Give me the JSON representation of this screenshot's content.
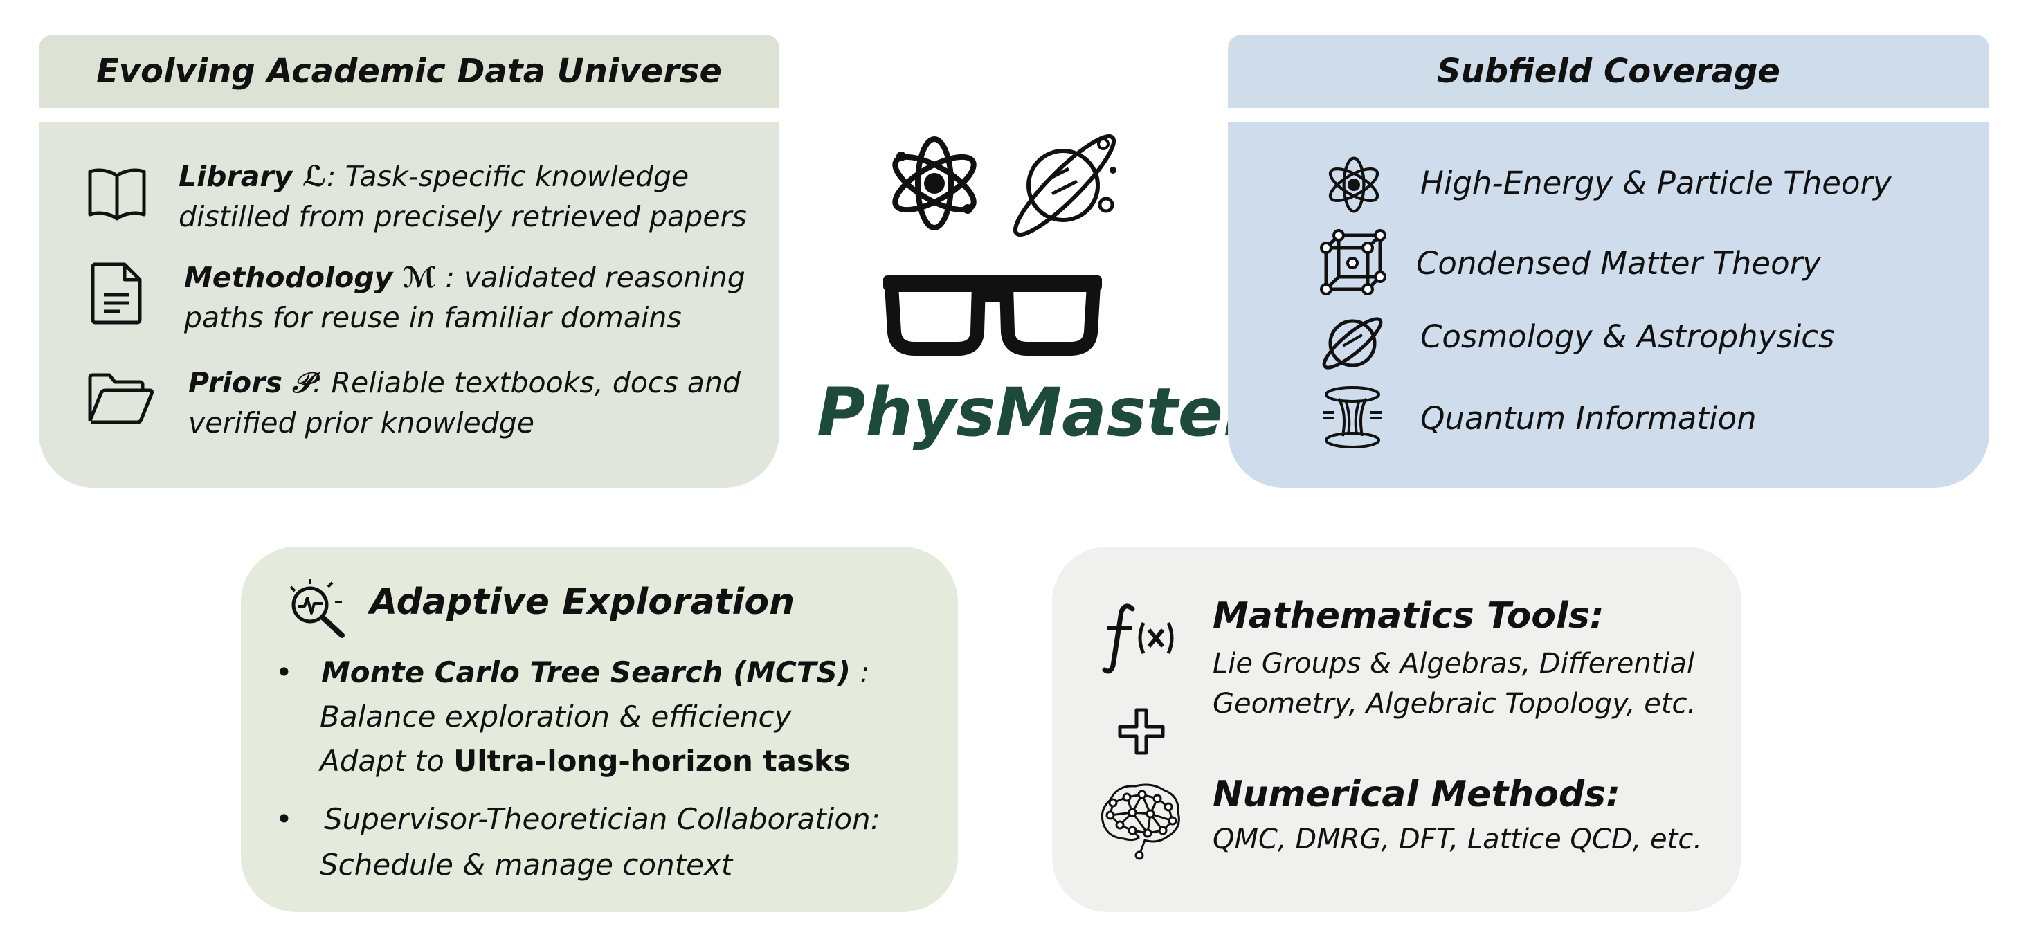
{
  "colors": {
    "data_panel": "#e1e6dd",
    "subfield_panel": "#cedcec",
    "explore_panel": "#e5ebdc",
    "tools_panel": "#f0f0ee",
    "brand": "#1e4a3a"
  },
  "brand": {
    "name": "PhysMaster",
    "icons": [
      "atom-icon",
      "planet-icon",
      "glasses-icon"
    ]
  },
  "data_universe": {
    "title": "Evolving Academic Data Universe",
    "items": [
      {
        "icon": "book-icon",
        "name": "Library ℒ",
        "sep": ": ",
        "line1": "Task-specific knowledge",
        "line2": "distilled from precisely retrieved papers"
      },
      {
        "icon": "document-icon",
        "name": "Methodology ℳ",
        "sep": " : ",
        "line1": "validated reasoning",
        "line2": "paths for reuse in familiar domains"
      },
      {
        "icon": "folder-icon",
        "name": "Priors 𝒫",
        "sep": ": ",
        "line1": "Reliable textbooks, docs and",
        "line2": "verified prior knowledge"
      }
    ]
  },
  "subfields": {
    "title": "Subfield Coverage",
    "items": [
      {
        "icon": "atom-icon",
        "label": "High-Energy & Particle Theory"
      },
      {
        "icon": "lattice-cube-icon",
        "label": "Condensed Matter Theory"
      },
      {
        "icon": "planet-icon",
        "label": "Cosmology & Astrophysics"
      },
      {
        "icon": "quantum-device-icon",
        "label": "Quantum Information"
      }
    ]
  },
  "exploration": {
    "icon": "search-analytics-icon",
    "title": "Adaptive Exploration",
    "bullet1": {
      "head": "Monte Carlo Tree Search (MCTS)",
      "head_suffix": " :",
      "line2": "Balance exploration & efficiency",
      "line3_prefix": "Adapt to ",
      "line3_bold": "Ultra-long-horizon tasks"
    },
    "bullet2": {
      "line1": "Supervisor-Theoretician Collaboration:",
      "line2": "Schedule & manage context"
    },
    "bullet_char": "•"
  },
  "tools": {
    "math": {
      "icon": "function-icon",
      "title": "Mathematics Tools:",
      "line1": "Lie Groups & Algebras, Differential",
      "line2": "Geometry, Algebraic Topology, etc."
    },
    "plus_icon": "plus-icon",
    "numerical": {
      "icon": "neural-brain-icon",
      "title": "Numerical Methods:",
      "line1": "QMC, DMRG, DFT, Lattice QCD, etc."
    }
  }
}
